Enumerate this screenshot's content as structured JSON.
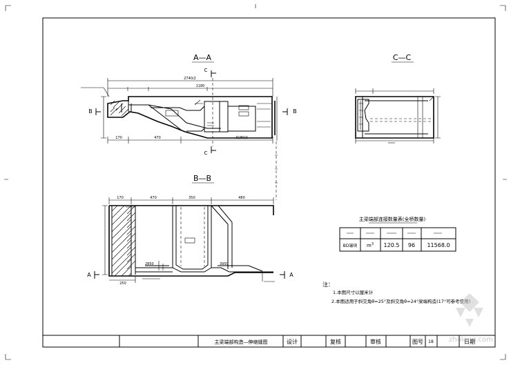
{
  "views": {
    "aa": {
      "title": "A—A",
      "dims_top": [
        "2740/2",
        "1180"
      ],
      "dims_bottom": [
        "170",
        "470",
        "3180/2"
      ],
      "cut_label_left": "B",
      "cut_label_right": "B",
      "section_mark_top": "C",
      "section_mark_bottom": "C"
    },
    "bb": {
      "title": "B—B",
      "dims_top": [
        "170",
        "470",
        "350",
        "480"
      ],
      "dims_bottom": [
        "250"
      ],
      "values": [
        "2850",
        "3950"
      ],
      "cut_label_left": "A",
      "cut_label_right": "A"
    },
    "cc": {
      "title": "C—C"
    }
  },
  "quantity_table": {
    "title": "主梁端部连接数量表(全桥数量)",
    "row": {
      "item": "BD端块",
      "unit_base": "m",
      "unit_sup": "3",
      "qty": "120.5",
      "count": "96",
      "total": "11568.0"
    }
  },
  "notes": {
    "heading": "注：",
    "item1": "1.本图尺寸以厘米计",
    "item2": "2.本图适用于斜交角θ=25°及斜交角θ=24°梁端构造(17°可参考使用)"
  },
  "title_block": {
    "drawing_name": "主梁端部构造—伸缩缝图",
    "design": "设计",
    "review": "复核",
    "approve": "审核",
    "drawing_no_label": "图号",
    "drawing_no": "18",
    "date_label": "日期"
  },
  "watermark": "zhulong.com",
  "colors": {
    "ink": "#000000",
    "paper": "#ffffff",
    "watermark": "#c8c8c8"
  }
}
